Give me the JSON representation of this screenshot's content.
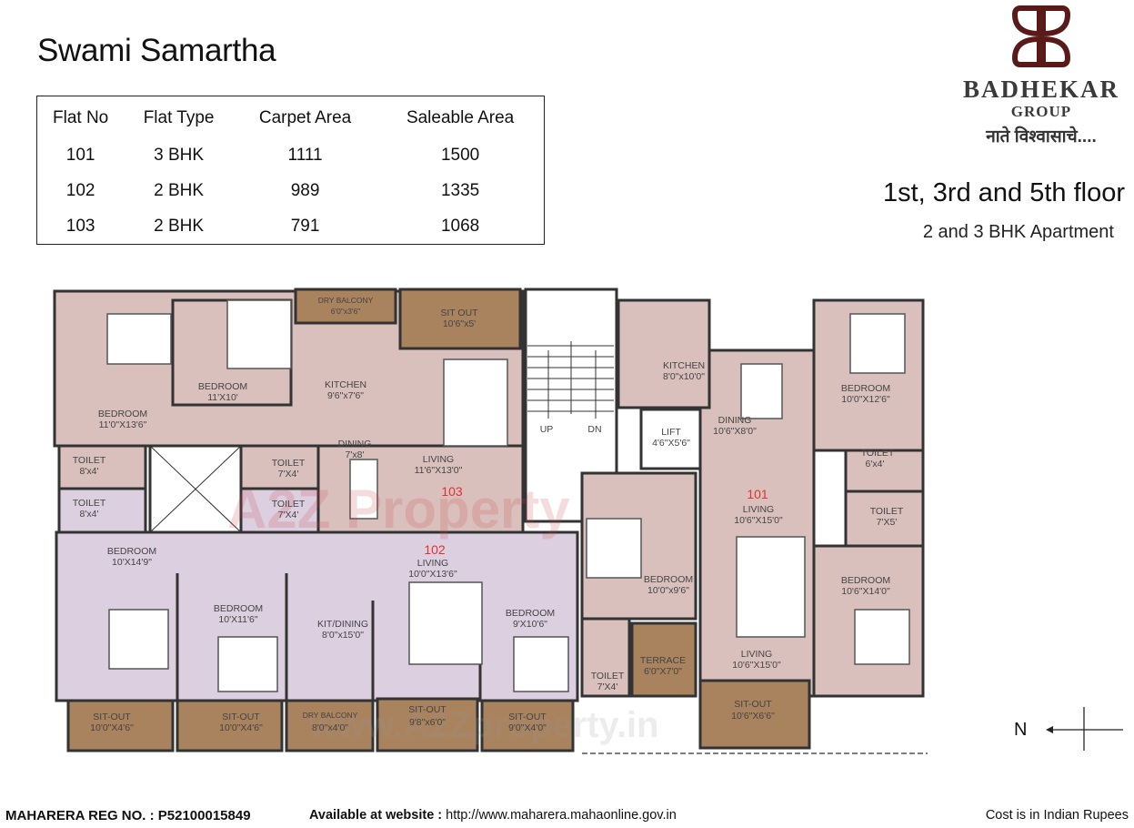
{
  "title": "Swami Samartha",
  "table": {
    "headers": [
      "Flat No",
      "Flat Type",
      "Carpet Area",
      "Saleable Area"
    ],
    "rows": [
      [
        "101",
        "3 BHK",
        "1111",
        "1500"
      ],
      [
        "102",
        "2 BHK",
        "989",
        "1335"
      ],
      [
        "103",
        "2 BHK",
        "791",
        "1068"
      ]
    ]
  },
  "logo": {
    "brand": "BADHEKAR",
    "group": "GROUP",
    "tagline": "नाते विश्वासाचे....",
    "color": "#5a1a1a"
  },
  "floors": "1st, 3rd and 5th floor",
  "apartment": "2 and 3 BHK Apartment",
  "watermark": {
    "line1": "A2Z Property",
    "line2": "www.A2Zproperty.in"
  },
  "colors": {
    "flat_pink": "#d9c0bd",
    "flat_purple": "#dccfe0",
    "balcony_brown": "#a9825e",
    "wall": "#333333"
  },
  "plan": {
    "flats": [
      "103",
      "102",
      "101"
    ],
    "rooms": [
      {
        "name": "BEDROOM",
        "size": "11'0\"X13'6\""
      },
      {
        "name": "BEDROOM",
        "size": "11'X10'"
      },
      {
        "name": "DRY BALCONY",
        "size": "6'0\"x3'6\""
      },
      {
        "name": "SIT OUT",
        "size": "10'6\"x5'"
      },
      {
        "name": "KITCHEN",
        "size": "9'6\"x7'6\""
      },
      {
        "name": "DINING",
        "size": "7'x8'"
      },
      {
        "name": "LIVING",
        "size": "11'6\"X13'0\""
      },
      {
        "name": "TOILET",
        "size": "8'x4'"
      },
      {
        "name": "TOILET",
        "size": "8'x4'"
      },
      {
        "name": "TOILET",
        "size": "7'X4'"
      },
      {
        "name": "TOILET",
        "size": "7'X4'"
      },
      {
        "name": "UP",
        "size": ""
      },
      {
        "name": "DN",
        "size": ""
      },
      {
        "name": "LIFT",
        "size": "4'6\"X5'6\""
      },
      {
        "name": "KITCHEN",
        "size": "8'0\"x10'0\""
      },
      {
        "name": "DINING",
        "size": "10'6\"X8'0\""
      },
      {
        "name": "BEDROOM",
        "size": "10'0\"X12'6\""
      },
      {
        "name": "TOILET",
        "size": "6'x4'"
      },
      {
        "name": "TOILET",
        "size": "7'X5'"
      },
      {
        "name": "LIVING",
        "size": "10'6\"X15'0\""
      },
      {
        "name": "BEDROOM",
        "size": "10'X14'9\""
      },
      {
        "name": "LIVING",
        "size": "10'0\"X13'6\""
      },
      {
        "name": "BEDROOM",
        "size": "10'X11'6\""
      },
      {
        "name": "KIT/DINING",
        "size": "8'0\"x15'0\""
      },
      {
        "name": "BEDROOM",
        "size": "9'X10'6\""
      },
      {
        "name": "BEDROOM",
        "size": "10'0\"x9'6\""
      },
      {
        "name": "TERRACE",
        "size": "6'0\"X7'0\""
      },
      {
        "name": "TOILET",
        "size": "7'X4'"
      },
      {
        "name": "LIVING",
        "size": "10'6\"X15'0\""
      },
      {
        "name": "BEDROOM",
        "size": "10'6\"X14'0\""
      },
      {
        "name": "SIT-OUT",
        "size": "10'0\"X4'6\""
      },
      {
        "name": "SIT-OUT",
        "size": "10'0\"X4'6\""
      },
      {
        "name": "DRY BALCONY",
        "size": "8'0\"x4'0\""
      },
      {
        "name": "SIT-OUT",
        "size": "9'8\"x6'0\""
      },
      {
        "name": "SIT-OUT",
        "size": "9'0\"X4'0\""
      },
      {
        "name": "SIT-OUT",
        "size": "10'6\"X6'6\""
      }
    ]
  },
  "north": "N",
  "footer": {
    "reg_label": "MAHARERA REG NO. : P52100015849",
    "website_label": "Available at website :",
    "website_url": "http://www.maharera.mahaonline.gov.in",
    "cost_note": "Cost is in Indian Rupees"
  }
}
